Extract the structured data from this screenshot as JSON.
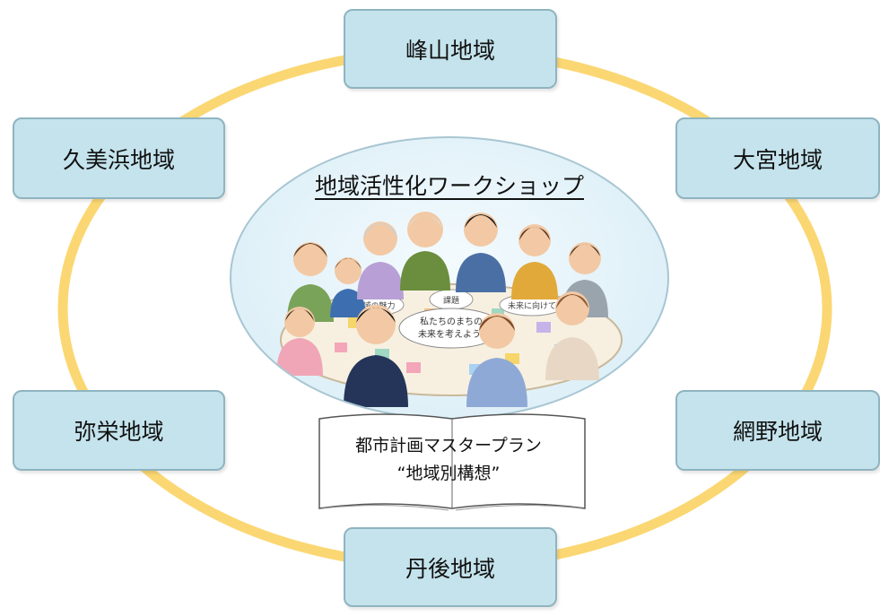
{
  "regions": {
    "top": "峰山地域",
    "upper_left": "久美浜地域",
    "upper_right": "大宮地域",
    "lower_left": "弥栄地域",
    "lower_right": "網野地域",
    "bottom": "丹後地域"
  },
  "center": {
    "title": "地域活性化ワークショップ",
    "illustration": {
      "caption_left": "地域の魅力",
      "caption_mid": "課題",
      "caption_right": "未来に向けて",
      "board_line1": "私たちのまちの",
      "board_line2": "未来を考えよう!"
    }
  },
  "book": {
    "line1": "都市計画マスタープラン",
    "line2": "“地域別構想”"
  },
  "colors": {
    "ring": "#fbd773",
    "region_fill": "#c4e3ec",
    "region_border": "#8fb4c0"
  }
}
